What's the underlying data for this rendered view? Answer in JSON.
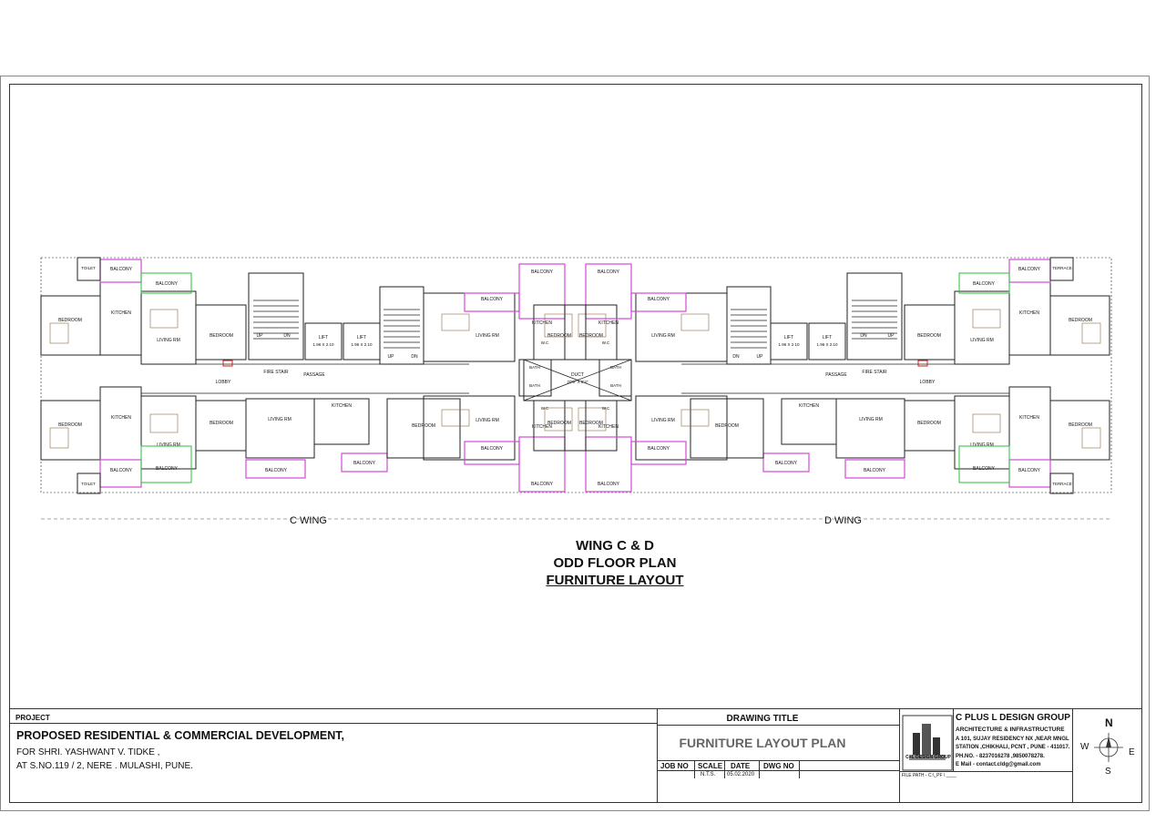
{
  "drawing": {
    "title_lines": [
      "WING  C  &  D",
      "ODD  FLOOR  PLAN",
      "FURNITURE LAYOUT"
    ],
    "wing_left": "C  WING",
    "wing_right": "D  WING",
    "room_labels": {
      "bedroom": "BEDROOM",
      "living": "LIVING RM",
      "kitchen": "KITCHEN",
      "balcony": "BALCONY",
      "toilet": "TOILET",
      "terrace": "TERRACE",
      "passage": "PASSAGE",
      "lobby": "LOBBY",
      "lift": "LIFT",
      "lift_size": "1.96 X 2.10",
      "fire_stair": "FIRE STAIR",
      "duct": "DUCT",
      "duct_size": "20'5\" X 8'4\"",
      "up": "UP",
      "dn": "DN",
      "bath": "BATH",
      "wc": "W.C"
    }
  },
  "titleblock": {
    "project_label": "PROJECT",
    "project_title": "PROPOSED RESIDENTIAL & COMMERCIAL DEVELOPMENT,",
    "client": "FOR SHRI. YASHWANT V. TIDKE ,",
    "location": "AT S.NO.119 / 2, NERE . MULASHI, PUNE.",
    "drawing_title_label": "DRAWING TITLE",
    "drawing_title": "FURNITURE LAYOUT PLAN",
    "job_no_label": "JOB NO",
    "scale_label": "SCALE",
    "scale_value": "N.T.S.",
    "date_label": "DATE",
    "date_value": "05.02.2020",
    "dwg_no_label": "DWG NO",
    "firm_name": "C PLUS L DESIGN GROUP",
    "firm_sub": "ARCHITECTURE & INFRASTRUCTURE",
    "address1": "A 101, SUJAY RESIDENCY NX ,NEAR MNGL",
    "address2": "STATION ,CHIKHALI, PCNT , PUNE - 411017.",
    "phone": "PH.NO. - 8237016278 ,9850078278.",
    "email": "E Mail - contact.cldg@gmail.com",
    "logo_caption": "C+L DESIGN GROUP",
    "file_path": "FILE PATH - C:\\_PF \\ ____",
    "compass": {
      "n": "N",
      "s": "S",
      "e": "E",
      "w": "W"
    }
  },
  "colors": {
    "line": "#222222",
    "magenta": "#d24ad6",
    "green": "#2bbf3a",
    "red": "#d22020",
    "furniture": "#8a6a40"
  }
}
